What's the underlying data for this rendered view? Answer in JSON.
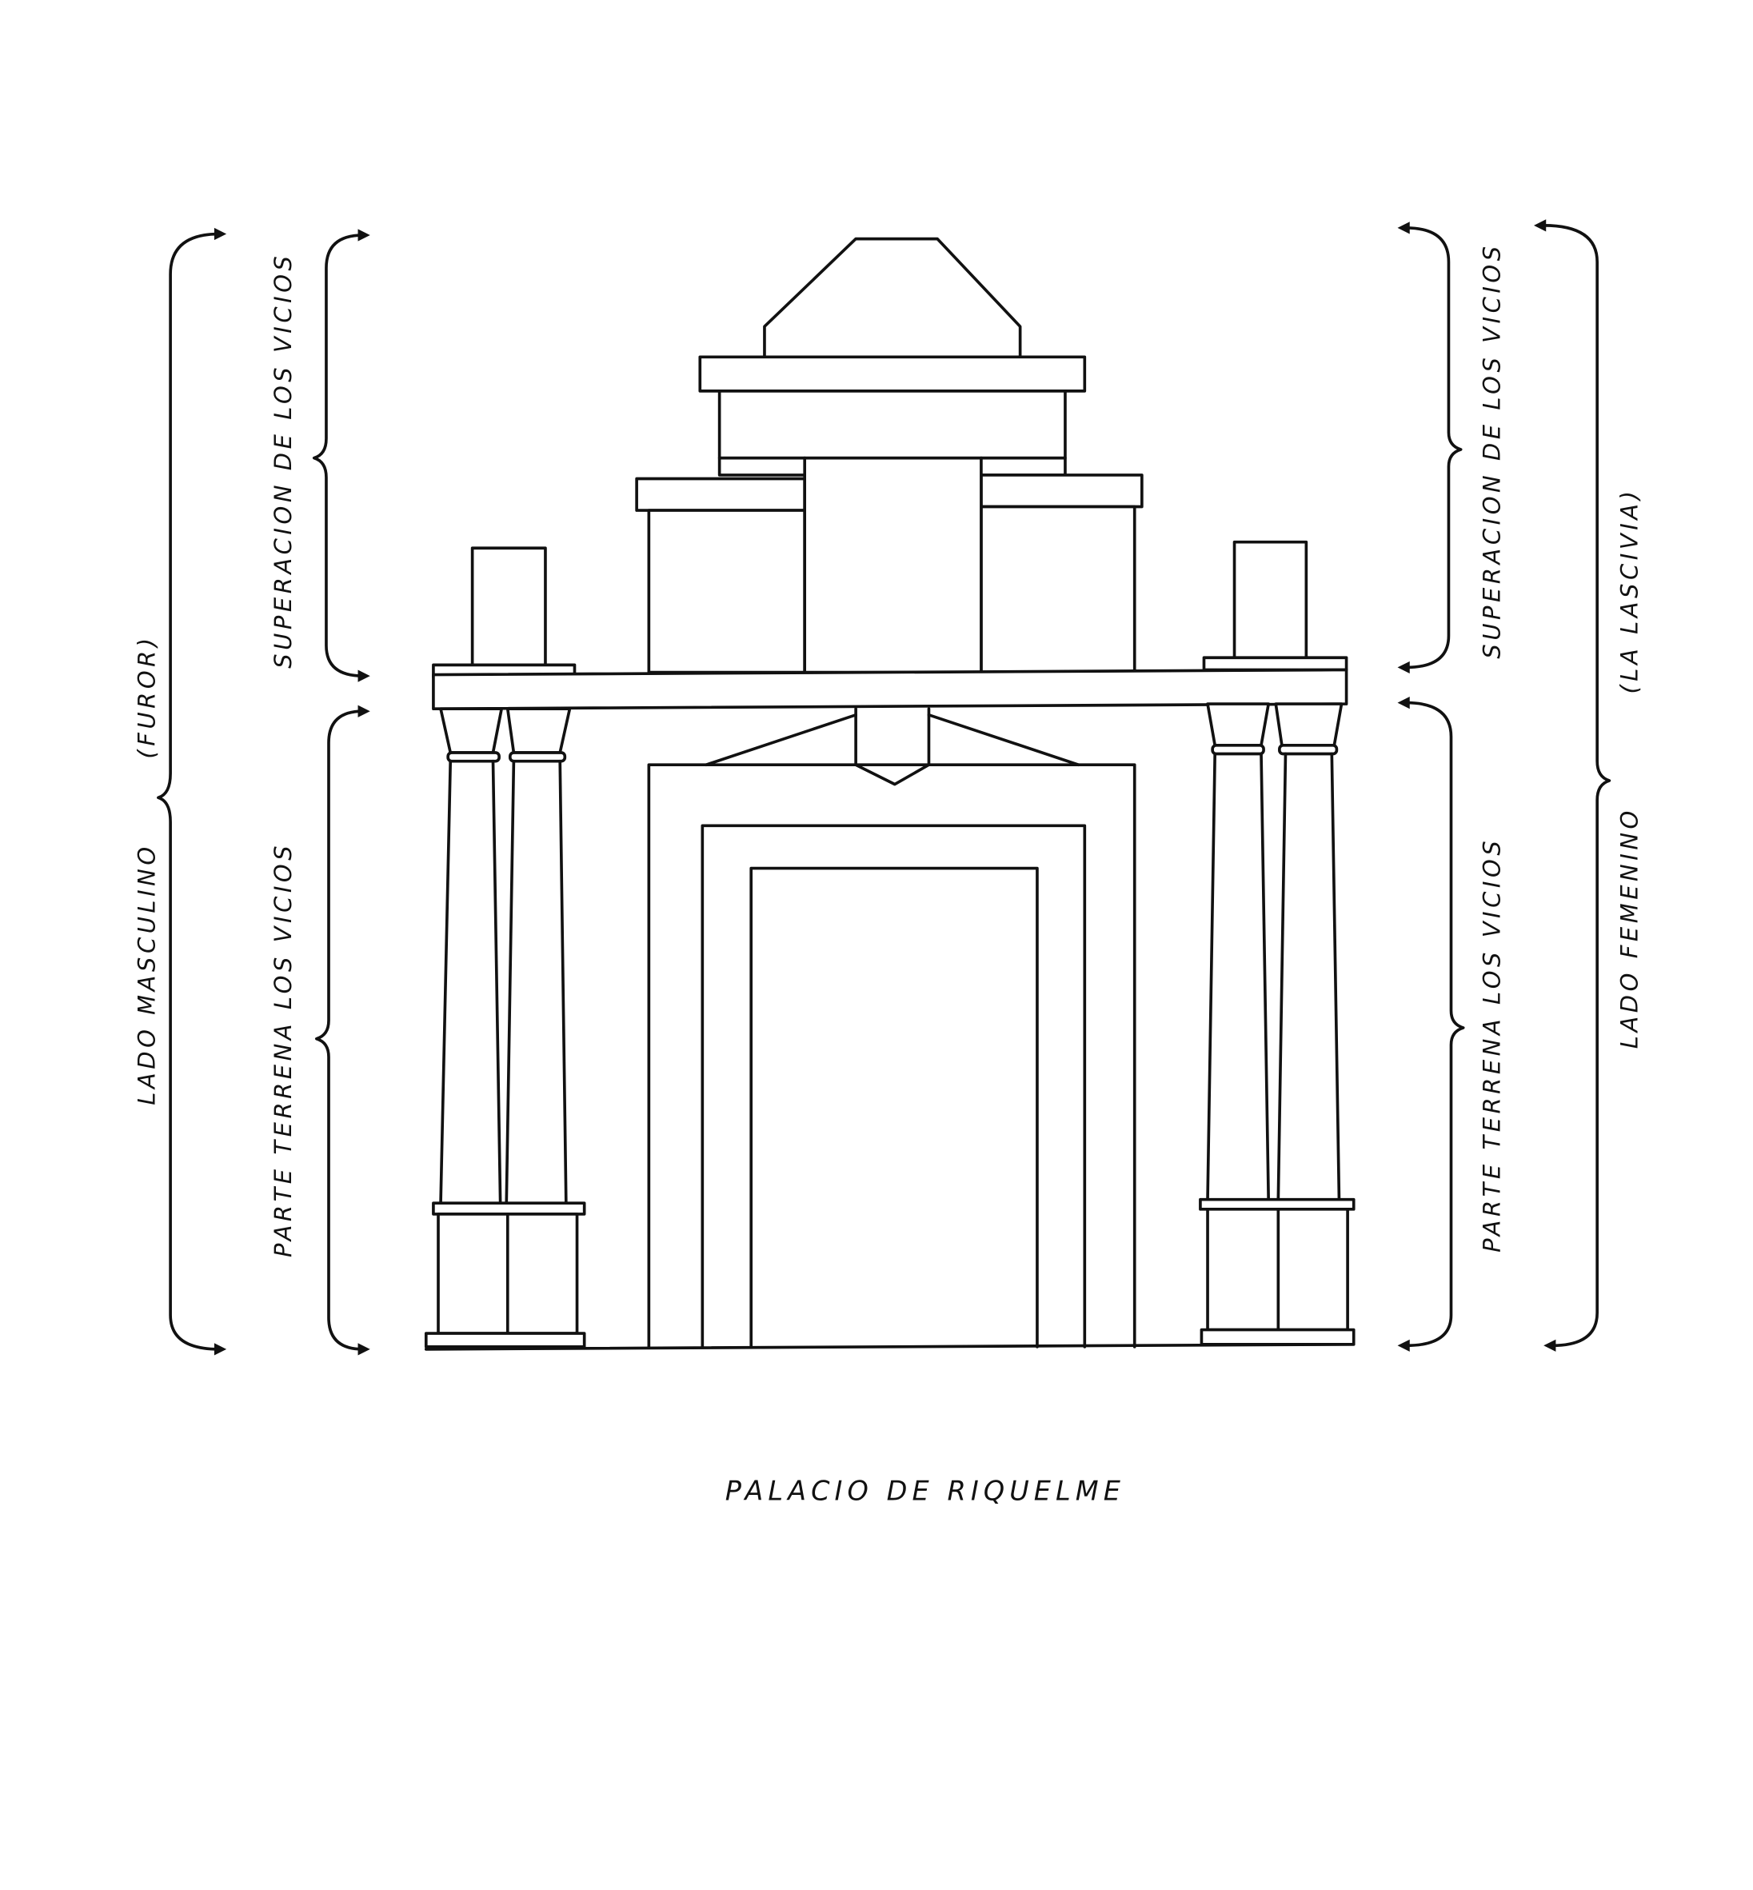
{
  "title": "PALACIO DE RIQUELME",
  "left": {
    "outer_label": "LADO MASCULINO",
    "outer_sublabel": "(FUROR)",
    "upper_label": "SUPERACION DE LOS VICIOS",
    "lower_label": "PARTE TERRENA LOS VICIOS"
  },
  "right": {
    "outer_label": "LADO FEMENINO",
    "outer_sublabel": "(LA LASCIVIA)",
    "upper_label": "SUPERACION DE LOS VICIOS",
    "lower_label": "PARTE TERRENA LOS VICIOS"
  }
}
